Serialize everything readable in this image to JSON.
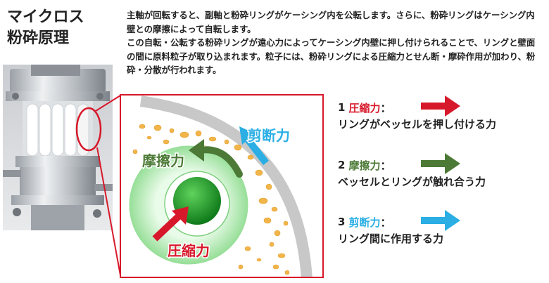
{
  "title": {
    "line1": "マイクロス",
    "line2": "粉砕原理"
  },
  "description": {
    "p1": "主軸が回転すると、副軸と粉砕リングがケーシング内を公転します。さらに、粉砕リングはケーシング内壁との摩擦によって自転します。",
    "p2": "この自転・公転する粉砕リングが遠心力によってケーシング内壁に押し付けられることで、リングと壁面の間に原料粒子が取り込まれます。粒子には、粉砕リングによる圧縮力とせん断・摩砕作用が加わり、粉砕・分散が行われます。"
  },
  "diagram": {
    "shear_label": "剪断力",
    "friction_label": "摩擦力",
    "compression_label": "圧縮力"
  },
  "legend": [
    {
      "num": "1",
      "name": "圧縮力",
      "colon": "：",
      "desc": "リングがベッセルを押し付ける力",
      "color": "#d7182a",
      "arrow_icon": "red-arrow-icon"
    },
    {
      "num": "2",
      "name": "摩擦力",
      "colon": "：",
      "desc": "ベッセルとリングが触れ合う力",
      "color": "#4c7a36",
      "arrow_icon": "green-arrow-icon"
    },
    {
      "num": "3",
      "name": "剪断力",
      "colon": "：",
      "desc": "リング間に作用する力",
      "color": "#2aaee4",
      "arrow_icon": "blue-arrow-icon"
    }
  ],
  "colors": {
    "frame": "#d7182a",
    "ring": "#bfeec0",
    "core": "#1f9a2b",
    "particle": "#f2b54a",
    "casing": "#c8c8c8"
  }
}
